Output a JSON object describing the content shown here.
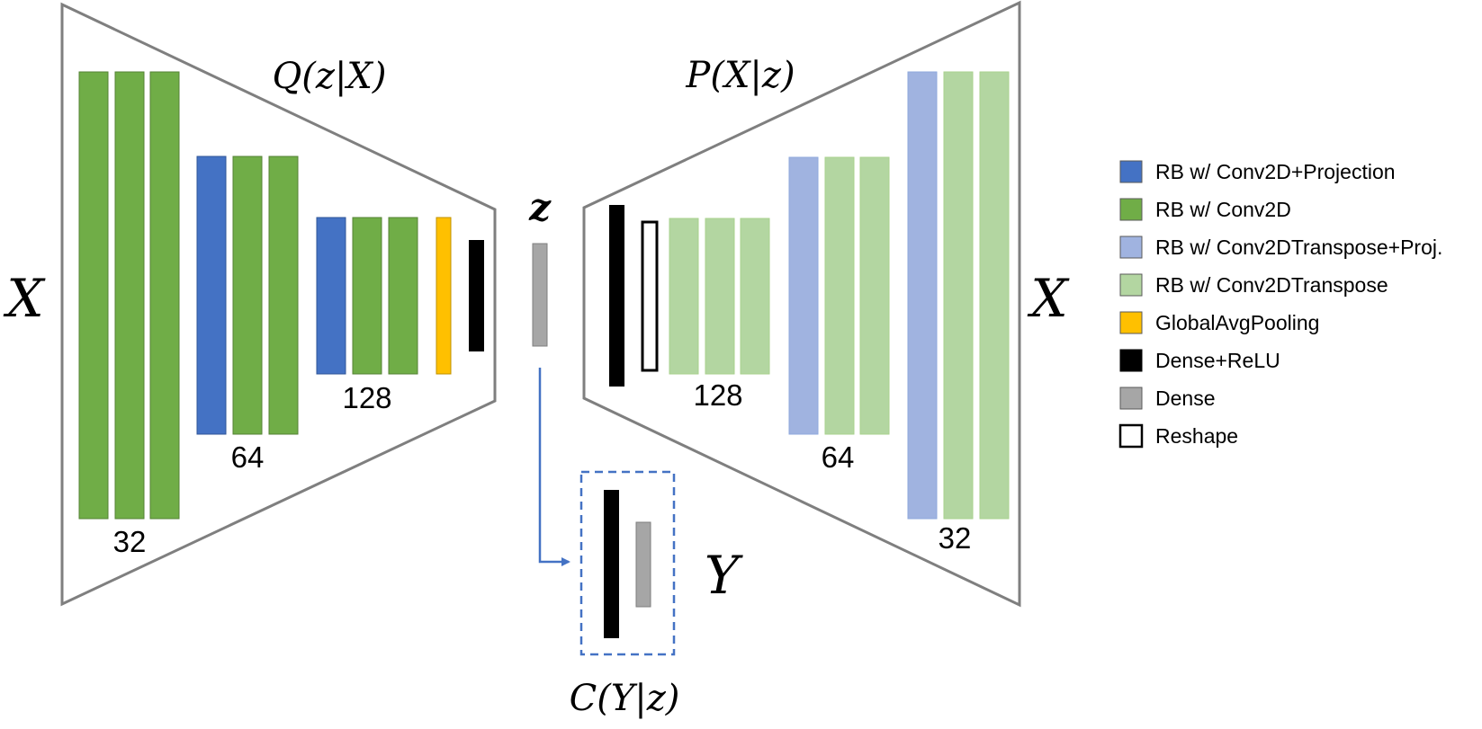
{
  "colors": {
    "conv2d_projection": "#4472c4",
    "conv2d": "#70ad47",
    "conv2dtranspose_projection": "#a0b3e0",
    "conv2dtranspose": "#b3d6a1",
    "globalavgpooling": "#ffc000",
    "dense_relu": "#000000",
    "dense": "#a6a6a6",
    "reshape": "#ffffff",
    "outline": "#7f7f7f",
    "arrow": "#4472c4"
  },
  "labels": {
    "input_x": "X",
    "output_x": "X",
    "encoder": "Q(z|X)",
    "decoder": "P(X|z)",
    "latent": "z",
    "classifier": "C(Y|z)",
    "target_y": "Y"
  },
  "encoder": {
    "stage_32": "32",
    "stage_64": "64",
    "stage_128": "128"
  },
  "decoder": {
    "stage_128": "128",
    "stage_64": "64",
    "stage_32": "32"
  },
  "legend": [
    {
      "label": "RB w/ Conv2D+Projection",
      "color_key": "conv2d_projection"
    },
    {
      "label": "RB w/ Conv2D",
      "color_key": "conv2d"
    },
    {
      "label": "RB w/ Conv2DTranspose+Proj.",
      "color_key": "conv2dtranspose_projection"
    },
    {
      "label": "RB w/ Conv2DTranspose",
      "color_key": "conv2dtranspose"
    },
    {
      "label": "GlobalAvgPooling",
      "color_key": "globalavgpooling"
    },
    {
      "label": "Dense+ReLU",
      "color_key": "dense_relu"
    },
    {
      "label": "Dense",
      "color_key": "dense"
    },
    {
      "label": "Reshape",
      "color_key": "reshape"
    }
  ]
}
